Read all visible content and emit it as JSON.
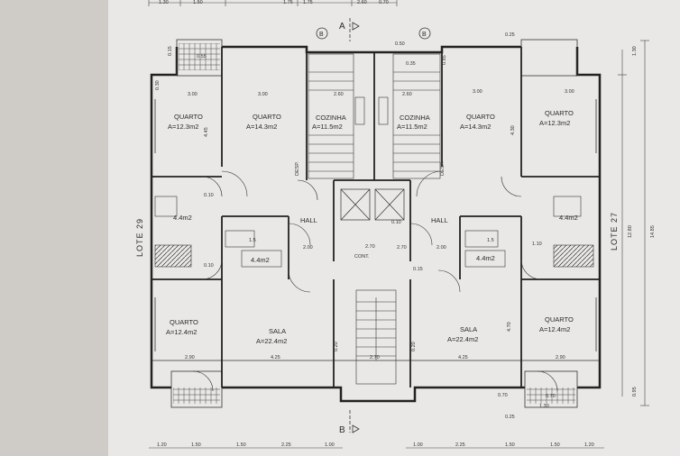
{
  "section_markers": {
    "top": "A",
    "bottom": "B",
    "grid_left": "B",
    "grid_right": "B"
  },
  "lots": {
    "left": "LOTE 29",
    "right": "LOTE 27"
  },
  "rooms": {
    "left_bedroom_top": {
      "name": "QUARTO",
      "area": "A=12.3m2"
    },
    "left_bedroom_mid": {
      "name": "QUARTO",
      "area": "A=14.3m2"
    },
    "left_kitchen": {
      "name": "COZINHA",
      "area": "A=11.5m2"
    },
    "left_hall": {
      "name": "HALL"
    },
    "left_bath_small": {
      "name": "4.4m2"
    },
    "left_bath_area": {
      "name": "4.4m2"
    },
    "left_bedroom_bottom": {
      "name": "QUARTO",
      "area": "A=12.4m2"
    },
    "left_living": {
      "name": "SALA",
      "area": "A=22.4m2"
    },
    "left_desp": {
      "name": "DESP."
    },
    "right_kitchen": {
      "name": "COZINHA",
      "area": "A=11.5m2"
    },
    "right_bedroom_mid": {
      "name": "QUARTO",
      "area": "A=14.3m2"
    },
    "right_bedroom_top": {
      "name": "QUARTO",
      "area": "A=12.3m2"
    },
    "right_hall": {
      "name": "HALL"
    },
    "right_bath_small": {
      "name": "4.4m2"
    },
    "right_bath_area": {
      "name": "4.4m2"
    },
    "right_bedroom_bottom": {
      "name": "QUARTO",
      "area": "A=12.4m2"
    },
    "right_living": {
      "name": "SALA",
      "area": "A=22.4m2"
    },
    "right_desp": {
      "name": "DESP."
    },
    "cont": {
      "name": "CONT."
    }
  },
  "dimensions": {
    "top_row": [
      "1.30",
      "1.50",
      "1.75",
      "1.75",
      "2.60",
      "0.70"
    ],
    "bottom_left": [
      "1.20",
      "1.50",
      "1.50",
      "2.25",
      "1.00"
    ],
    "bottom_right": [
      "1.00",
      "2.25",
      "1.50",
      "1.50",
      "1.20"
    ],
    "right_side": [
      "1.30",
      "12.80",
      "14.85",
      "0.95"
    ],
    "inner": [
      "3.00",
      "3.00",
      "2.60",
      "2.60",
      "3.00",
      "3.00",
      "4.25",
      "4.25",
      "2.90",
      "2.90",
      "2.70",
      "2.70",
      "2.00",
      "2.00",
      "2.70",
      "4.70",
      "4.45",
      "0.25",
      "0.25",
      "0.10",
      "0.10",
      "0.70",
      "0.70",
      "1.10",
      "1.30",
      "0.15",
      "0.20",
      "0.20",
      "0.35",
      "0.10",
      "1.5",
      "1.5",
      "0.55",
      "0.30",
      "4.30",
      "0.85",
      "0.50",
      "0.15"
    ]
  }
}
